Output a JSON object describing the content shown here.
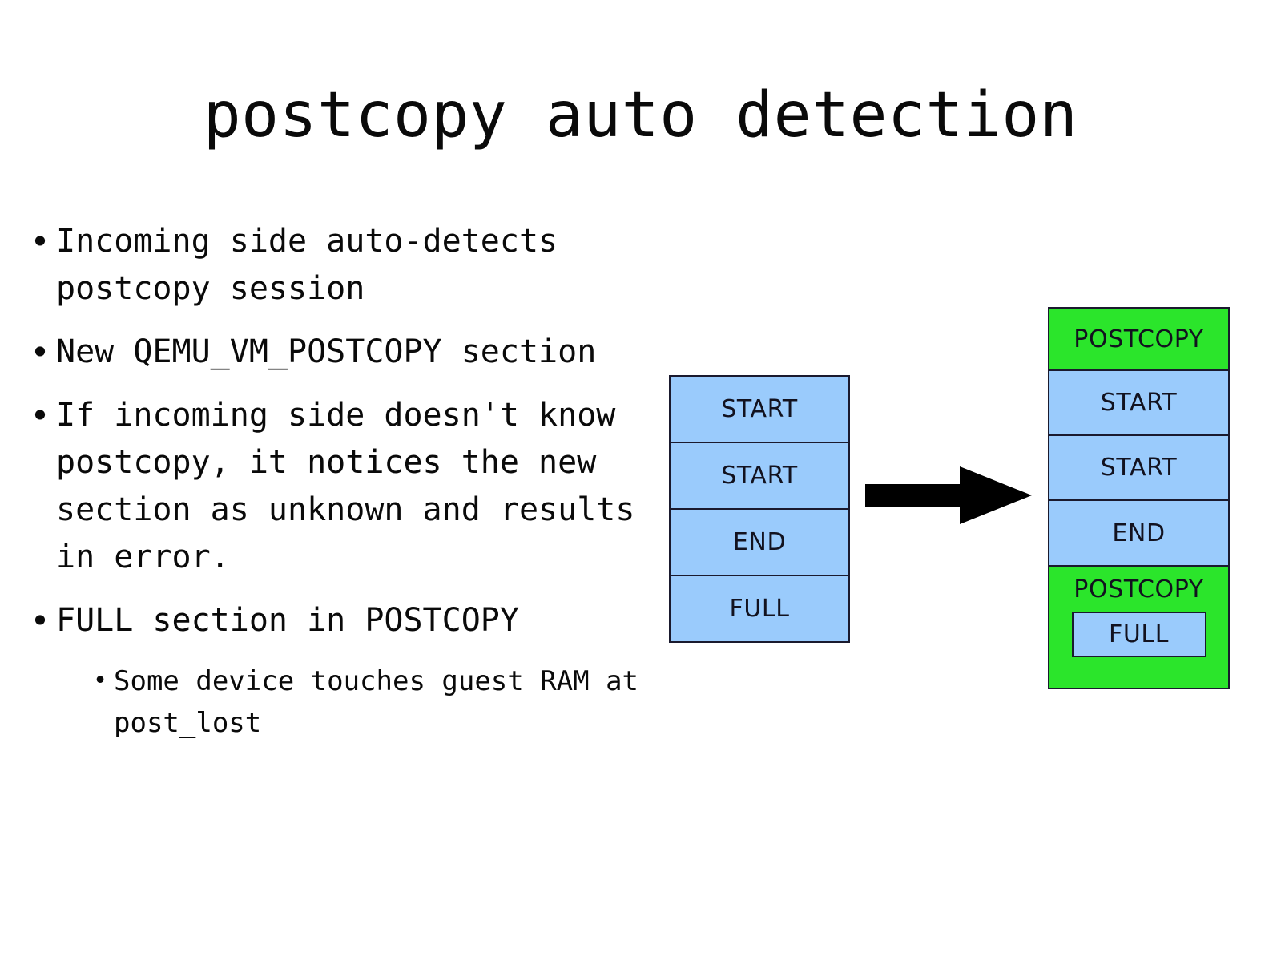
{
  "slide": {
    "title": "postcopy auto detection",
    "background_color": "#ffffff",
    "text_color": "#0a0a0a"
  },
  "bullets": [
    {
      "level": 1,
      "marker": "•",
      "text": "Incoming side auto-detects postcopy session"
    },
    {
      "level": 1,
      "marker": "•",
      "text": "New QEMU_VM_POSTCOPY section"
    },
    {
      "level": 1,
      "marker": "•",
      "text": "If incoming side doesn't know postcopy, it notices the new section as unknown and results in error."
    },
    {
      "level": 1,
      "marker": "•",
      "text": "FULL section in POSTCOPY"
    },
    {
      "level": 2,
      "marker": "•",
      "text": "Some device touches guest RAM at post_lost"
    }
  ],
  "diagram": {
    "colors": {
      "blue": "#9ACBFC",
      "green": "#2BE52B",
      "border": "#1a1a2e",
      "arrow": "#000000"
    },
    "left_stack": {
      "name": "original-stream",
      "cells": [
        {
          "label": "START",
          "color": "blue"
        },
        {
          "label": "START",
          "color": "blue"
        },
        {
          "label": "END",
          "color": "blue"
        },
        {
          "label": "FULL",
          "color": "blue"
        }
      ]
    },
    "arrow": {
      "direction": "right",
      "icon": "thick-right-arrow-icon"
    },
    "right_stack": {
      "name": "postcopy-stream",
      "cells": [
        {
          "label": "POSTCOPY",
          "color": "green"
        },
        {
          "label": "START",
          "color": "blue"
        },
        {
          "label": "START",
          "color": "blue"
        },
        {
          "label": "END",
          "color": "blue"
        },
        {
          "label": "POSTCOPY",
          "color": "green",
          "nested": {
            "label": "FULL",
            "color": "blue"
          }
        }
      ]
    }
  }
}
